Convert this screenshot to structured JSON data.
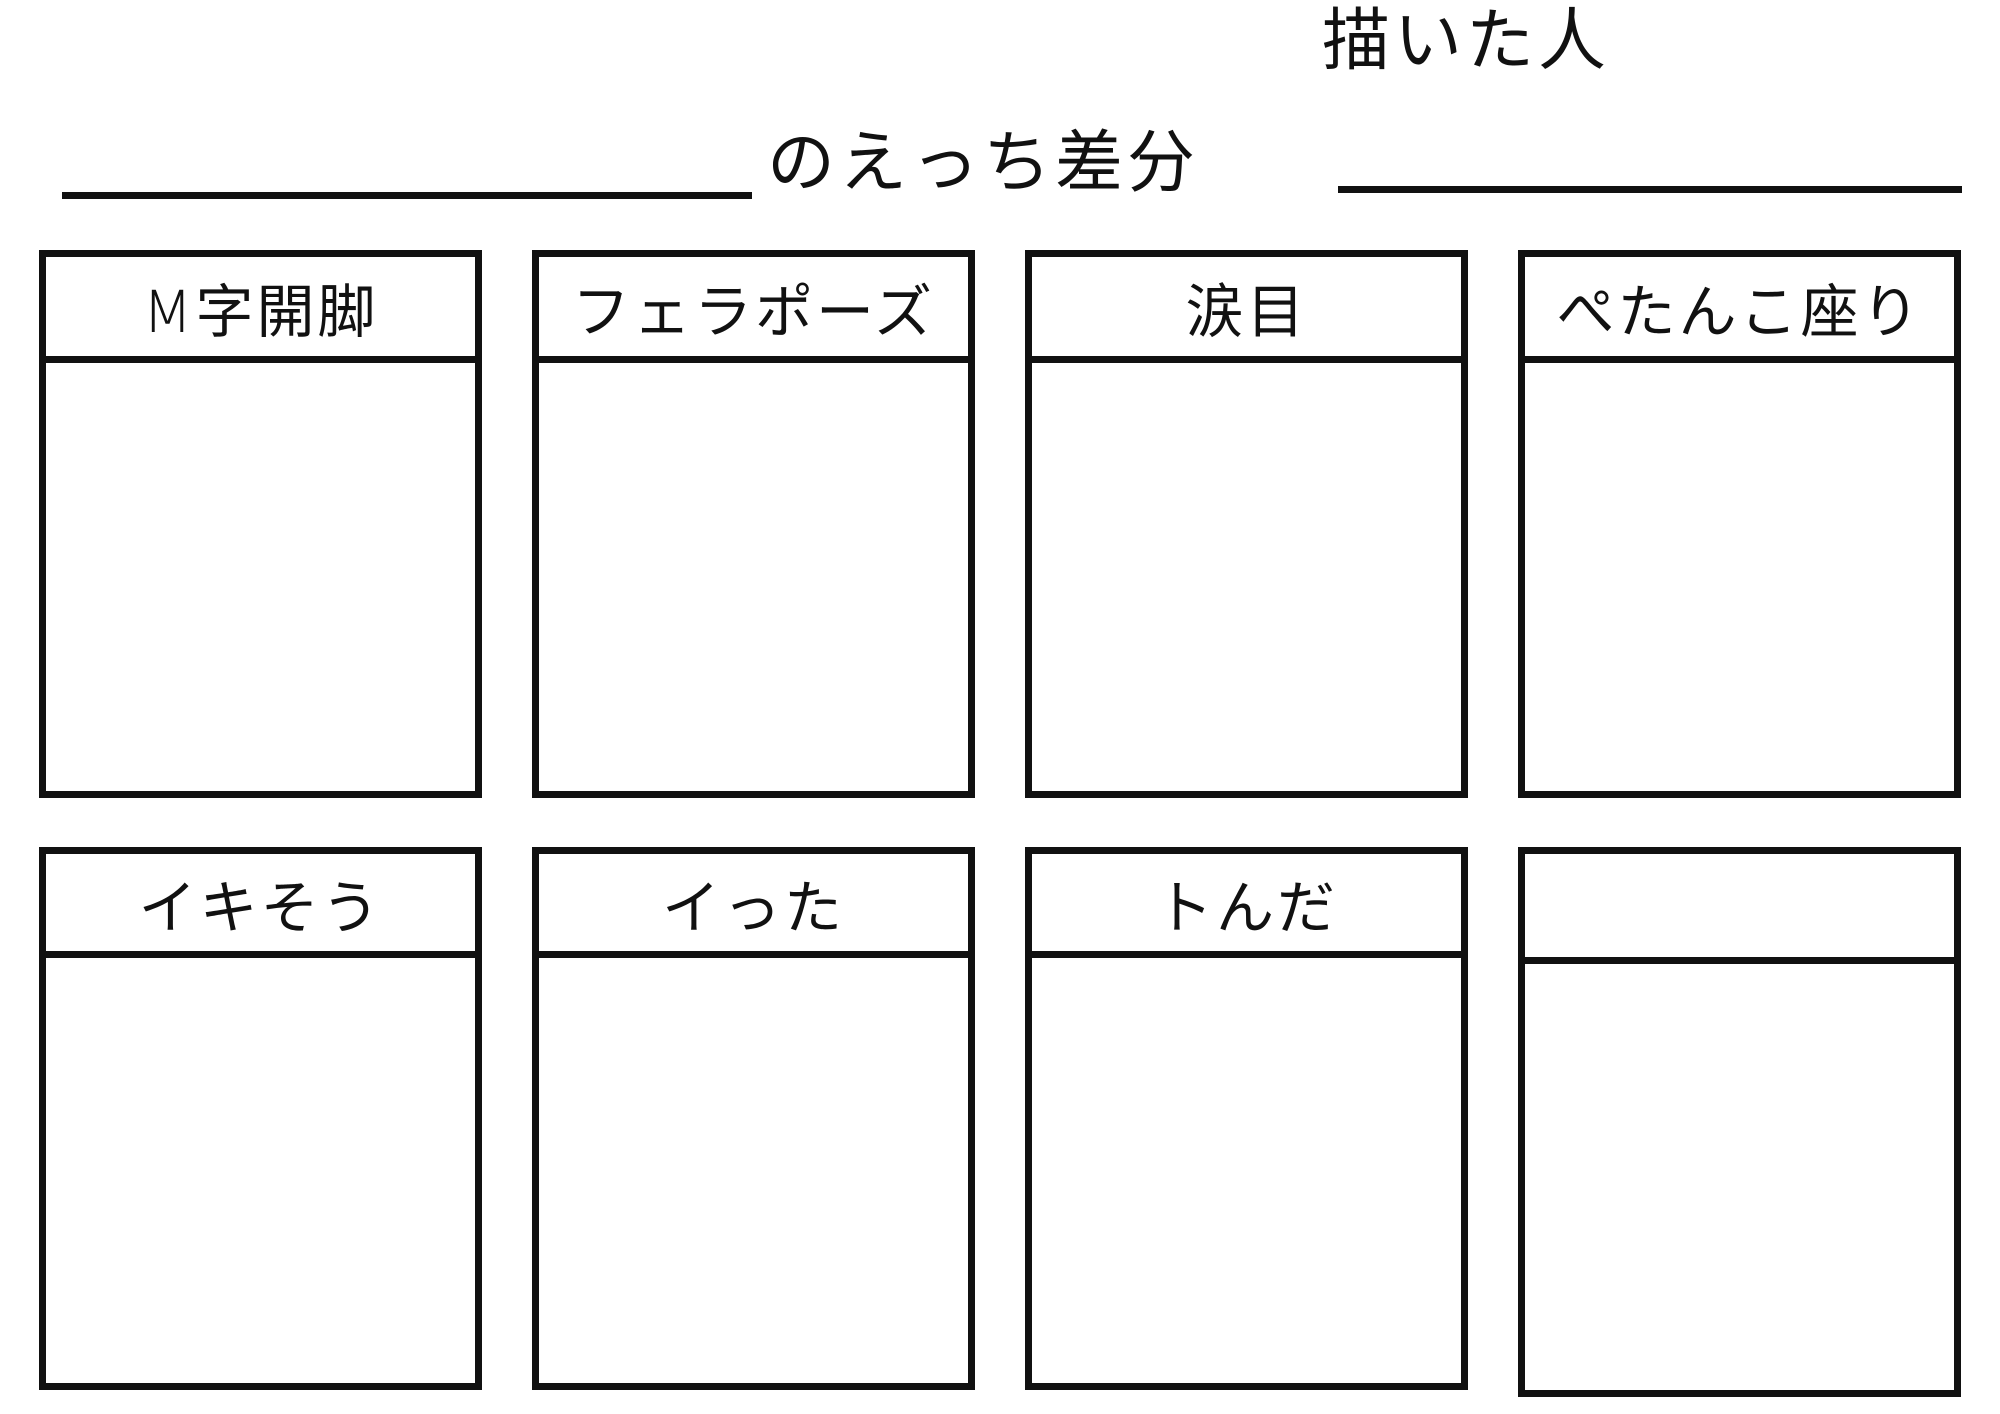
{
  "header": {
    "author_label": "描いた人",
    "title_suffix": "のえっち差分"
  },
  "panels": [
    {
      "label": "M字開脚"
    },
    {
      "label": "フェラポーズ"
    },
    {
      "label": "涙目"
    },
    {
      "label": "ぺたんこ座り"
    },
    {
      "label": "イキそう"
    },
    {
      "label": "イった"
    },
    {
      "label": "トんだ"
    },
    {
      "label": ""
    }
  ],
  "colors": {
    "ink": "#111111",
    "paper": "#ffffff"
  }
}
